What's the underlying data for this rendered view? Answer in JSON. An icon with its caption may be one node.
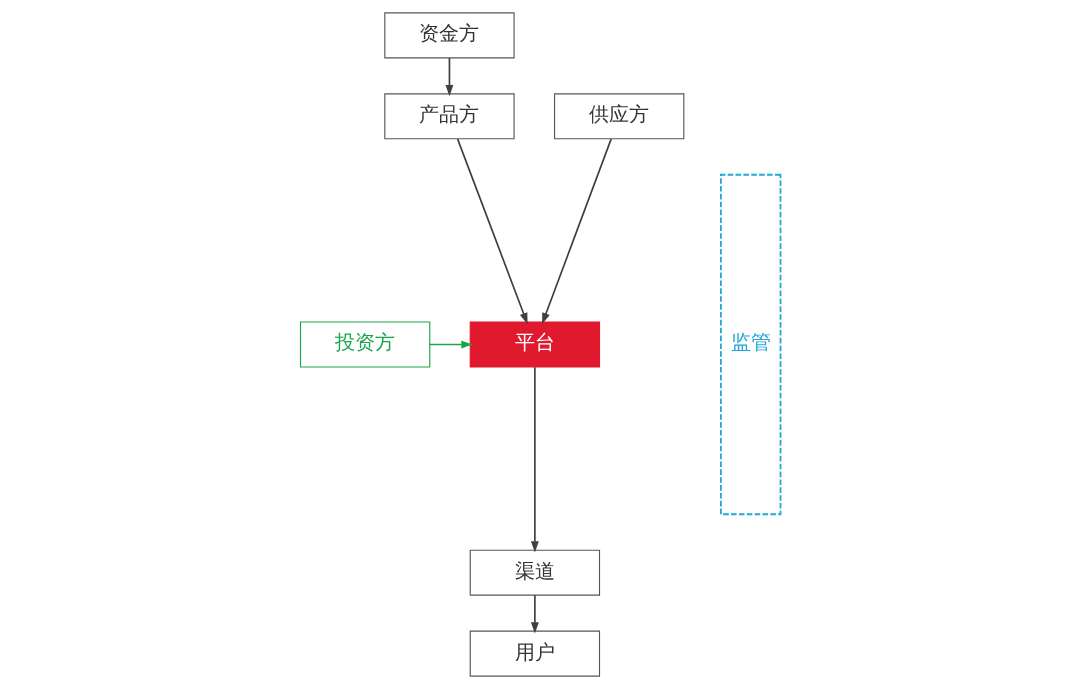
{
  "diagram": {
    "nodes": [
      {
        "text": [
          "资金方"
        ]
      },
      {
        "text": [
          "产品方"
        ]
      },
      {
        "text": [
          "供应方"
        ]
      },
      {
        "text": [
          "投资方"
        ]
      },
      {
        "text": [
          "平台"
        ]
      },
      {
        "text": [
          "渠道"
        ]
      },
      {
        "text": [
          "用户"
        ]
      },
      {
        "text": [
          "监管"
        ]
      }
    ],
    "edges": [
      {
        "from": 0,
        "to": 1,
        "arrow": "to"
      },
      {
        "from": 1,
        "to": 4,
        "arrow": "to"
      },
      {
        "from": 2,
        "to": 4,
        "arrow": "to"
      },
      {
        "from": 3,
        "to": 4,
        "arrow": "to",
        "color": "#1aa64a"
      },
      {
        "from": 4,
        "to": 5,
        "arrow": "to"
      },
      {
        "from": 5,
        "to": 6,
        "arrow": "to"
      }
    ]
  }
}
